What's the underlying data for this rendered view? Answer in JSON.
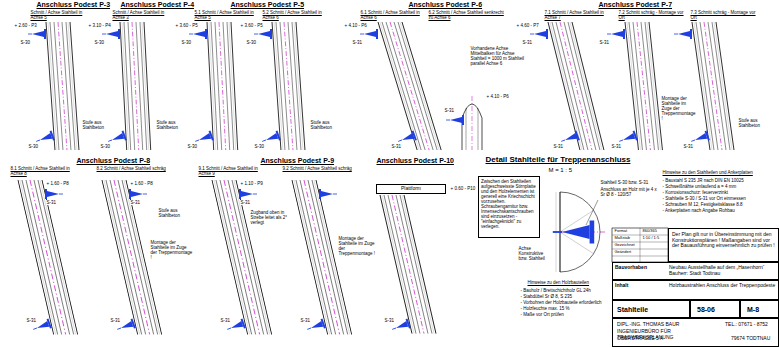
{
  "diagram": {
    "nodes": [
      {
        "text": [
          "Zwischen den Stahlteilen aufgeschweisste Stirnplatte und den Holzelementen ist generell eine Kriechschicht vorzusehen. Schraubengarnitur bzw. Innensechskantschrauben sind einzusetzen - \"einfachgeknickt\" zu verlegen."
        ]
      },
      {
        "text": [
          "Der Plan gilt nur in Übereinstimmung mit den Konstruktionsplänen ! Maßangaben sind vor der Bauausführung einvernehmlich zu prüfen !"
        ]
      },
      {
        "text": [
          "Bauvorhaben",
          "Neubau Ausstellhalle auf dem „Hasenhorn“ Bauherr: Stadt Todtnau"
        ]
      },
      {
        "text": [
          "Inhalt",
          "Holzbaustrahlen Anschluss der Treppenpodeste"
        ]
      },
      {
        "text": [
          "Stahlteile"
        ]
      },
      {
        "text": [
          "58-06"
        ]
      },
      {
        "text": [
          "M-8"
        ]
      },
      {
        "text": [
          "DIPL.-ING. THOMAS BAUR",
          "INGENIEURBÜRO FÜR TRAGWERKSPLANUNG",
          "OBERSTRASSE 5 A",
          "TEL.: 07671 - 8752",
          "79674 TODTNAU"
        ]
      },
      {
        "text": [
          "Plattform"
        ]
      }
    ],
    "labels": [
      "Anschluss Podest P-3",
      "Schnitt / Achse Stahlteil in Achse 5",
      "+ 2.60 - P3",
      "S-30",
      "Stufe aus Stahlbeton",
      "S-30",
      "Anschluss Podest P-4",
      "Schnitt / Achse Stahlteil in Achse 3",
      "+ 3.10 - P4",
      "S-30",
      "Stufe aus Stahlbeton",
      "S-30",
      "Anschluss Podest P-5",
      "5.1 Schnitt / Achse Stahlteil in Achse 5",
      "5.2 Schnitt / Achse Stahlteil in Achse 6",
      "+ 3.60 - P5",
      "S-30",
      "S-30",
      "+ 3.60 - P5",
      "S-30",
      "Stufe aus Stahlbeton",
      "S-30",
      "Anschluss Podest P-6",
      "6.1 Schnitt / Achse Stahlteil in Achse 6",
      "6.2 Schnitt / Achse Stahlteil senkrecht zu Achse 6",
      "+ 4.10 - P6",
      "S-31",
      "S-31",
      "+ 4.10 - P6",
      "S-31",
      "Vorhandene Achse Mittelbalken für Achse Stahlteil = 1000 m Stahlteil parallel Achse 6",
      "Anschluss Podest P-7",
      "7.1 Schnitt / Achse Stahlteil in Achse 7",
      "7.2 Schnitt schräg - Montage vor Ort",
      "7.3 Schnitt schräg - Montage vor Ort",
      "+ 4.60 - P7",
      "S-31",
      "S-31",
      "S-31",
      "S-31",
      "Montage der Stahlteile im Zuge der Treppenmontage !",
      "Stufe aus Stahlbeton",
      "S-31",
      "Anschluss Podest P-8",
      "8.1 Schnitt / Achse Stahlteil in Achse 8",
      "8.2 Schnitt / Achse Stahlteil schräg",
      "+ 1.60 - P8",
      "S-31",
      "S-31",
      "+ 1.60 - P8",
      "S-31",
      "Stufe aus Stahlbeton",
      "Montage der Stahlteile im Zuge der Treppenmontage !",
      "S-31",
      "Anschluss Podest P-9",
      "9.1 Schnitt / Achse Stahlteil in Achse 9",
      "9.2 Schnitt / Achse Stahlteil schräg",
      "+ 1.10 - P9",
      "S-31",
      "Zugband oben in Strebe leitet als 2° verlegt",
      "Montage der Stahlteile im Zuge der Treppenmontage !",
      "S-31",
      "S-31",
      "Anschluss Podest P-10",
      "+ 0.60 - P10",
      "S-31",
      "Detail Stahlteile für Treppenanschluss",
      "M = 1 : 5",
      "Stahlteil S-30 bzw. S-31",
      "Anschluss an Holz mit je 4 x Sr Ø 8 - 120/57",
      "Achse Konstruktive bzw. Stahlteil",
      "Hinweise zu den Stahlteilen und Ankerplatten",
      "- Baustahl S 235 JR nach DIN EN 10025",
      "- Schweißnähte umlaufend a = 4 mm",
      "- Korrosionsschutz: feuerverzinkt",
      "- Stahlteile S-30 / S-31 vor Ort einmessen",
      "- Schrauben M 12, Festigkeitsklasse 8.8",
      "- Ankerplatten nach Angabe Rohbau",
      "Hinweise zu den Holzbauteilen",
      "- Bauholz / Brettschichtholz GL 24h",
      "- Stabdübel Sr Ø 8, S 235",
      "- Vorbohren der Holzbauteile erforderlich",
      "- Holzfeuchte max. 15 %",
      "- Maße vor Ort prüfen",
      "Format",
      "860/365",
      "Maßstab",
      "1:10 / 1:5",
      "Gezeichnet",
      "Geändert"
    ]
  }
}
